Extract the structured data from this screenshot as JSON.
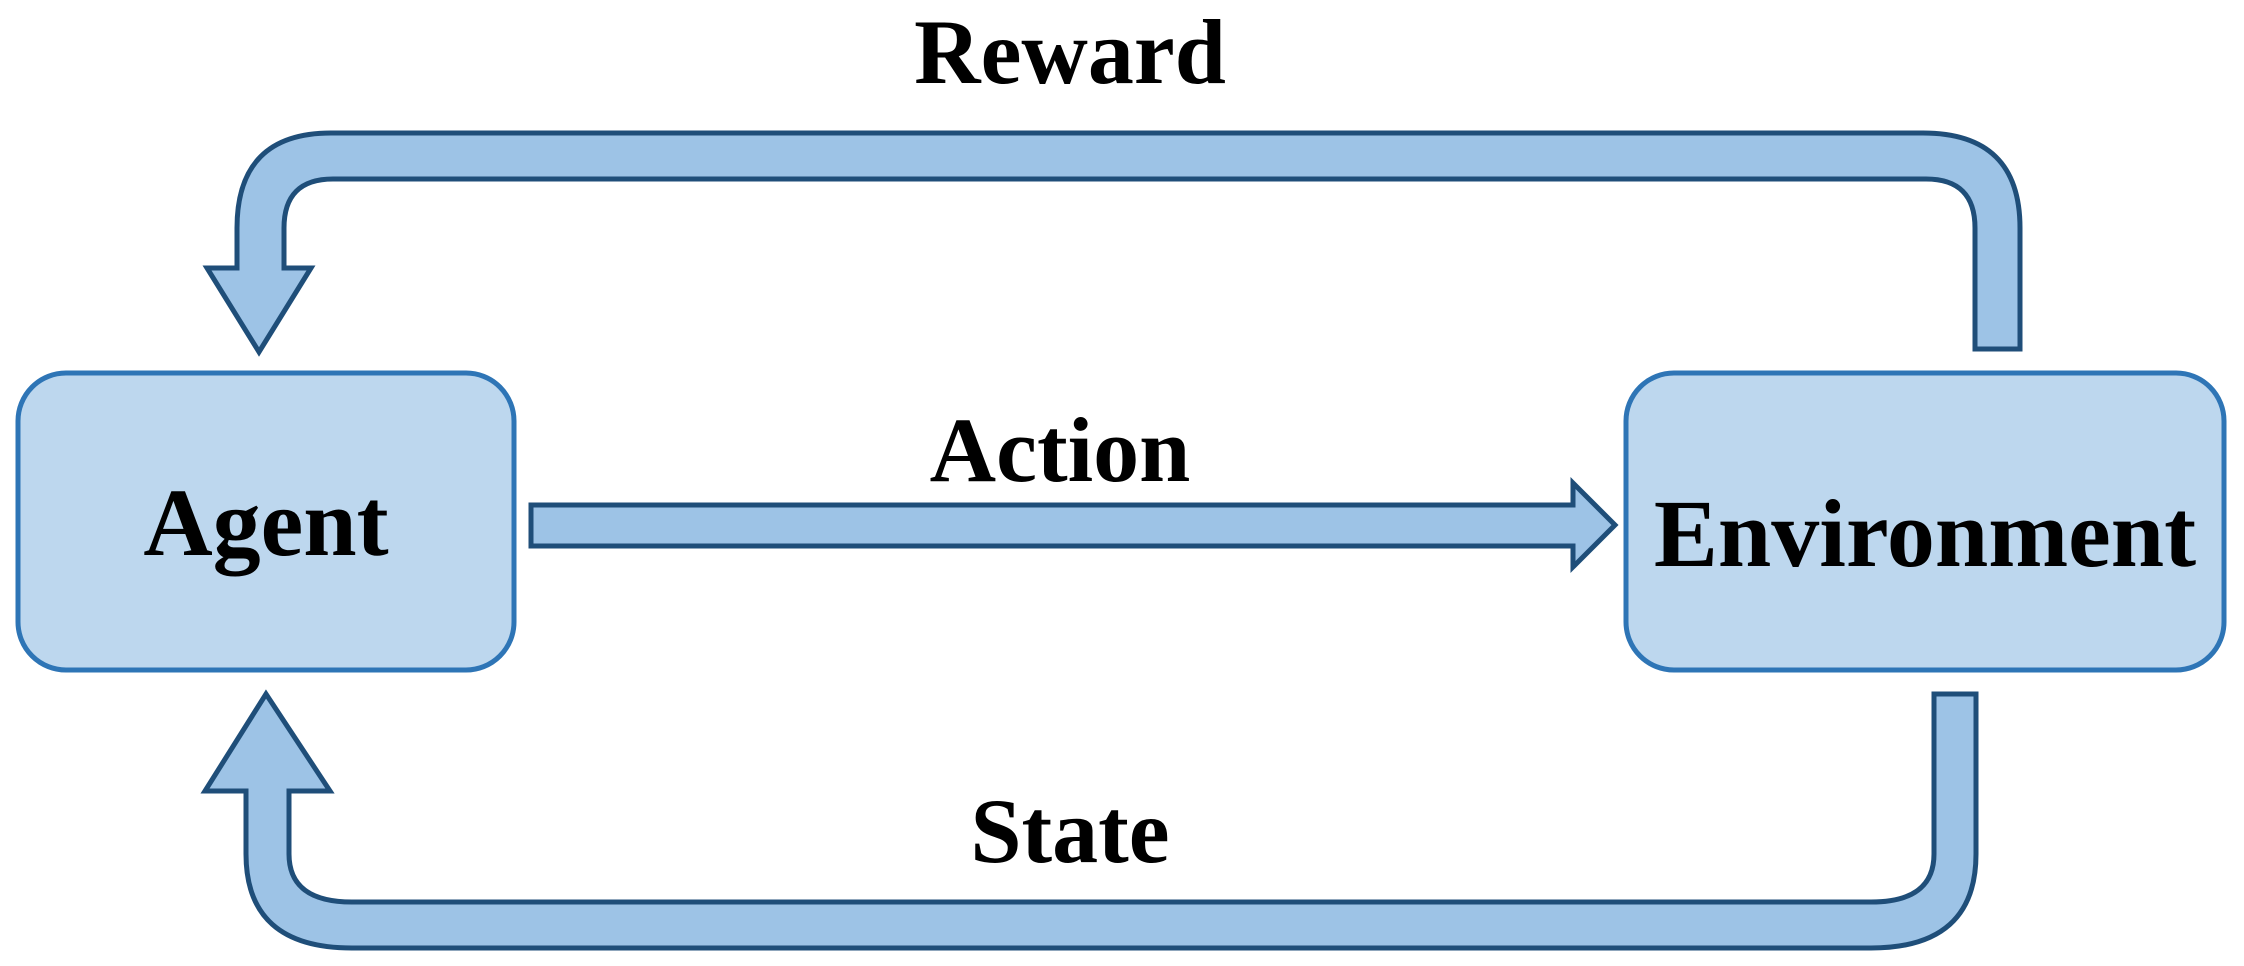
{
  "diagram": {
    "nodes": {
      "agent": {
        "label": "Agent"
      },
      "environment": {
        "label": "Environment"
      }
    },
    "edges": {
      "reward": {
        "label": "Reward",
        "from": "environment",
        "to": "agent"
      },
      "action": {
        "label": "Action",
        "from": "agent",
        "to": "environment"
      },
      "state": {
        "label": "State",
        "from": "environment",
        "to": "agent"
      }
    }
  },
  "colors": {
    "box_fill": "#bdd7ee",
    "box_stroke": "#2e75b6",
    "arrow_fill": "#9dc3e6",
    "arrow_stroke": "#1f4e79",
    "text": "#000000"
  }
}
